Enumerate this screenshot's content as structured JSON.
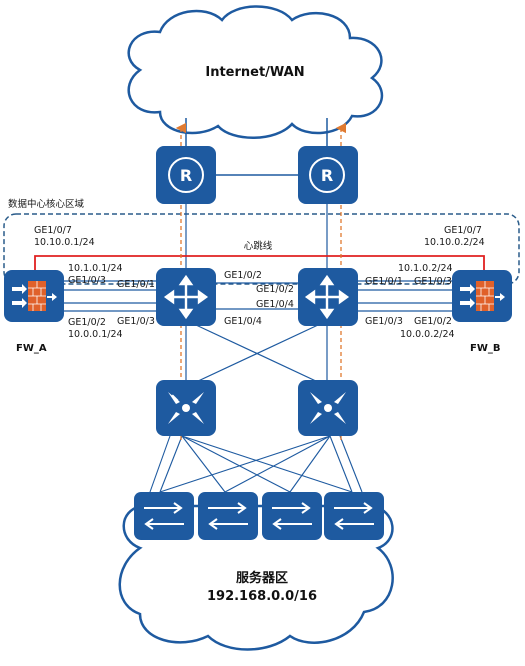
{
  "internet": {
    "label": "Internet/WAN"
  },
  "zone": {
    "title": "数据中心核心区域"
  },
  "heartbeat": {
    "label": "心跳线"
  },
  "fw_a": {
    "name": "FW_A",
    "port7": "GE1/0/7",
    "ip7": "10.10.0.1/24",
    "ip_upper": "10.1.0.1/24",
    "port3": "GE1/0/3",
    "port2": "GE1/0/2",
    "ip_lower": "10.0.0.1/24"
  },
  "fw_b": {
    "name": "FW_B",
    "port7": "GE1/0/7",
    "ip7": "10.10.0.2/24",
    "ip_upper": "10.1.0.2/24",
    "port3": "GE1/0/3",
    "port2": "GE1/0/2",
    "ip_lower": "10.0.0.2/24"
  },
  "sw_left": {
    "p1": "GE1/0/1",
    "p3": "GE1/0/3",
    "p2": "GE1/0/2",
    "p4": "GE1/0/4"
  },
  "sw_right": {
    "p2": "GE1/0/2",
    "p4": "GE1/0/4",
    "p1": "GE1/0/1",
    "p3": "GE1/0/3"
  },
  "server": {
    "title": "服务器区",
    "subnet": "192.168.0.0/16"
  },
  "colors": {
    "device": "#1e5aa0",
    "heartbeat": "#e02020",
    "traffic": "#e07a30",
    "zone": "#2a5c8a"
  }
}
